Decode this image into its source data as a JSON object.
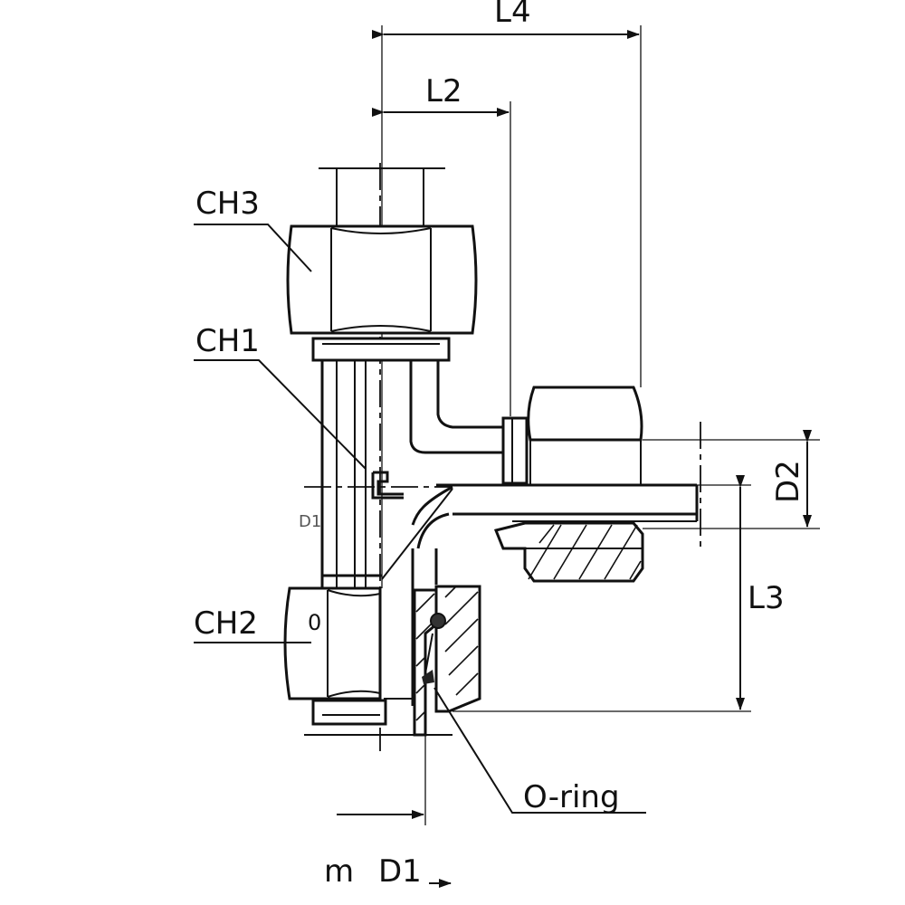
{
  "labels": {
    "l4": "L4",
    "l2": "L2",
    "ch3": "CH3",
    "ch1": "CH1",
    "d1_side": "D1",
    "ch2": "CH2",
    "zero_mark": "0",
    "d2": "D2",
    "l3": "L3",
    "o_ring": "O-ring",
    "m": "m",
    "d1_bottom": "D1"
  }
}
